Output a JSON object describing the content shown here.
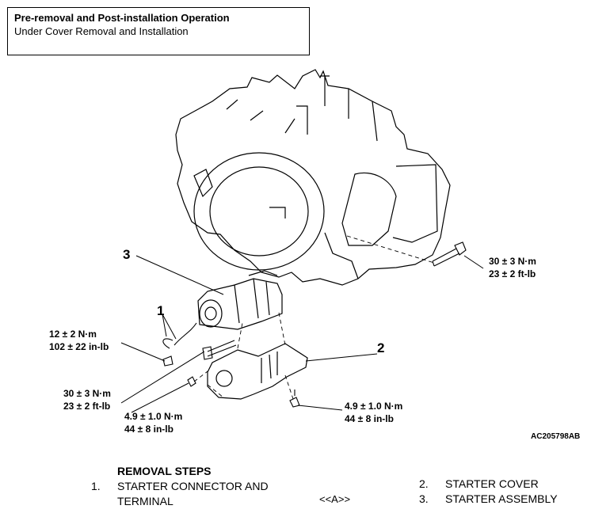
{
  "header": {
    "title": "Pre-removal and Post-installation Operation",
    "subtitle": "Under Cover Removal and Installation"
  },
  "figure": {
    "id": "AC205798AB",
    "callouts": {
      "c1": "1",
      "c2": "2",
      "c3": "3"
    },
    "torques": {
      "t_bolt_top": [
        "30 ± 3 N·m",
        "23 ± 2 ft-lb"
      ],
      "t_nut_terminal": [
        "12 ± 2 N·m",
        "102 ± 22 in-lb"
      ],
      "t_starter_bolt": [
        "30 ± 3 N·m",
        "23 ± 2 ft-lb"
      ],
      "t_cover_nut": [
        "4.9 ± 1.0 N·m",
        "44 ± 8 in-lb"
      ],
      "t_cover_bolt": [
        "4.9 ± 1.0 N·m",
        "44 ± 8 in-lb"
      ]
    }
  },
  "removal_steps": {
    "heading": "REMOVAL STEPS",
    "marker": "<<A>>",
    "steps": [
      {
        "num": "1.",
        "text_line1": "STARTER CONNECTOR AND",
        "text_line2": "TERMINAL"
      },
      {
        "num": "2.",
        "text_line1": "STARTER COVER"
      },
      {
        "num": "3.",
        "text_line1": "STARTER ASSEMBLY"
      }
    ]
  }
}
